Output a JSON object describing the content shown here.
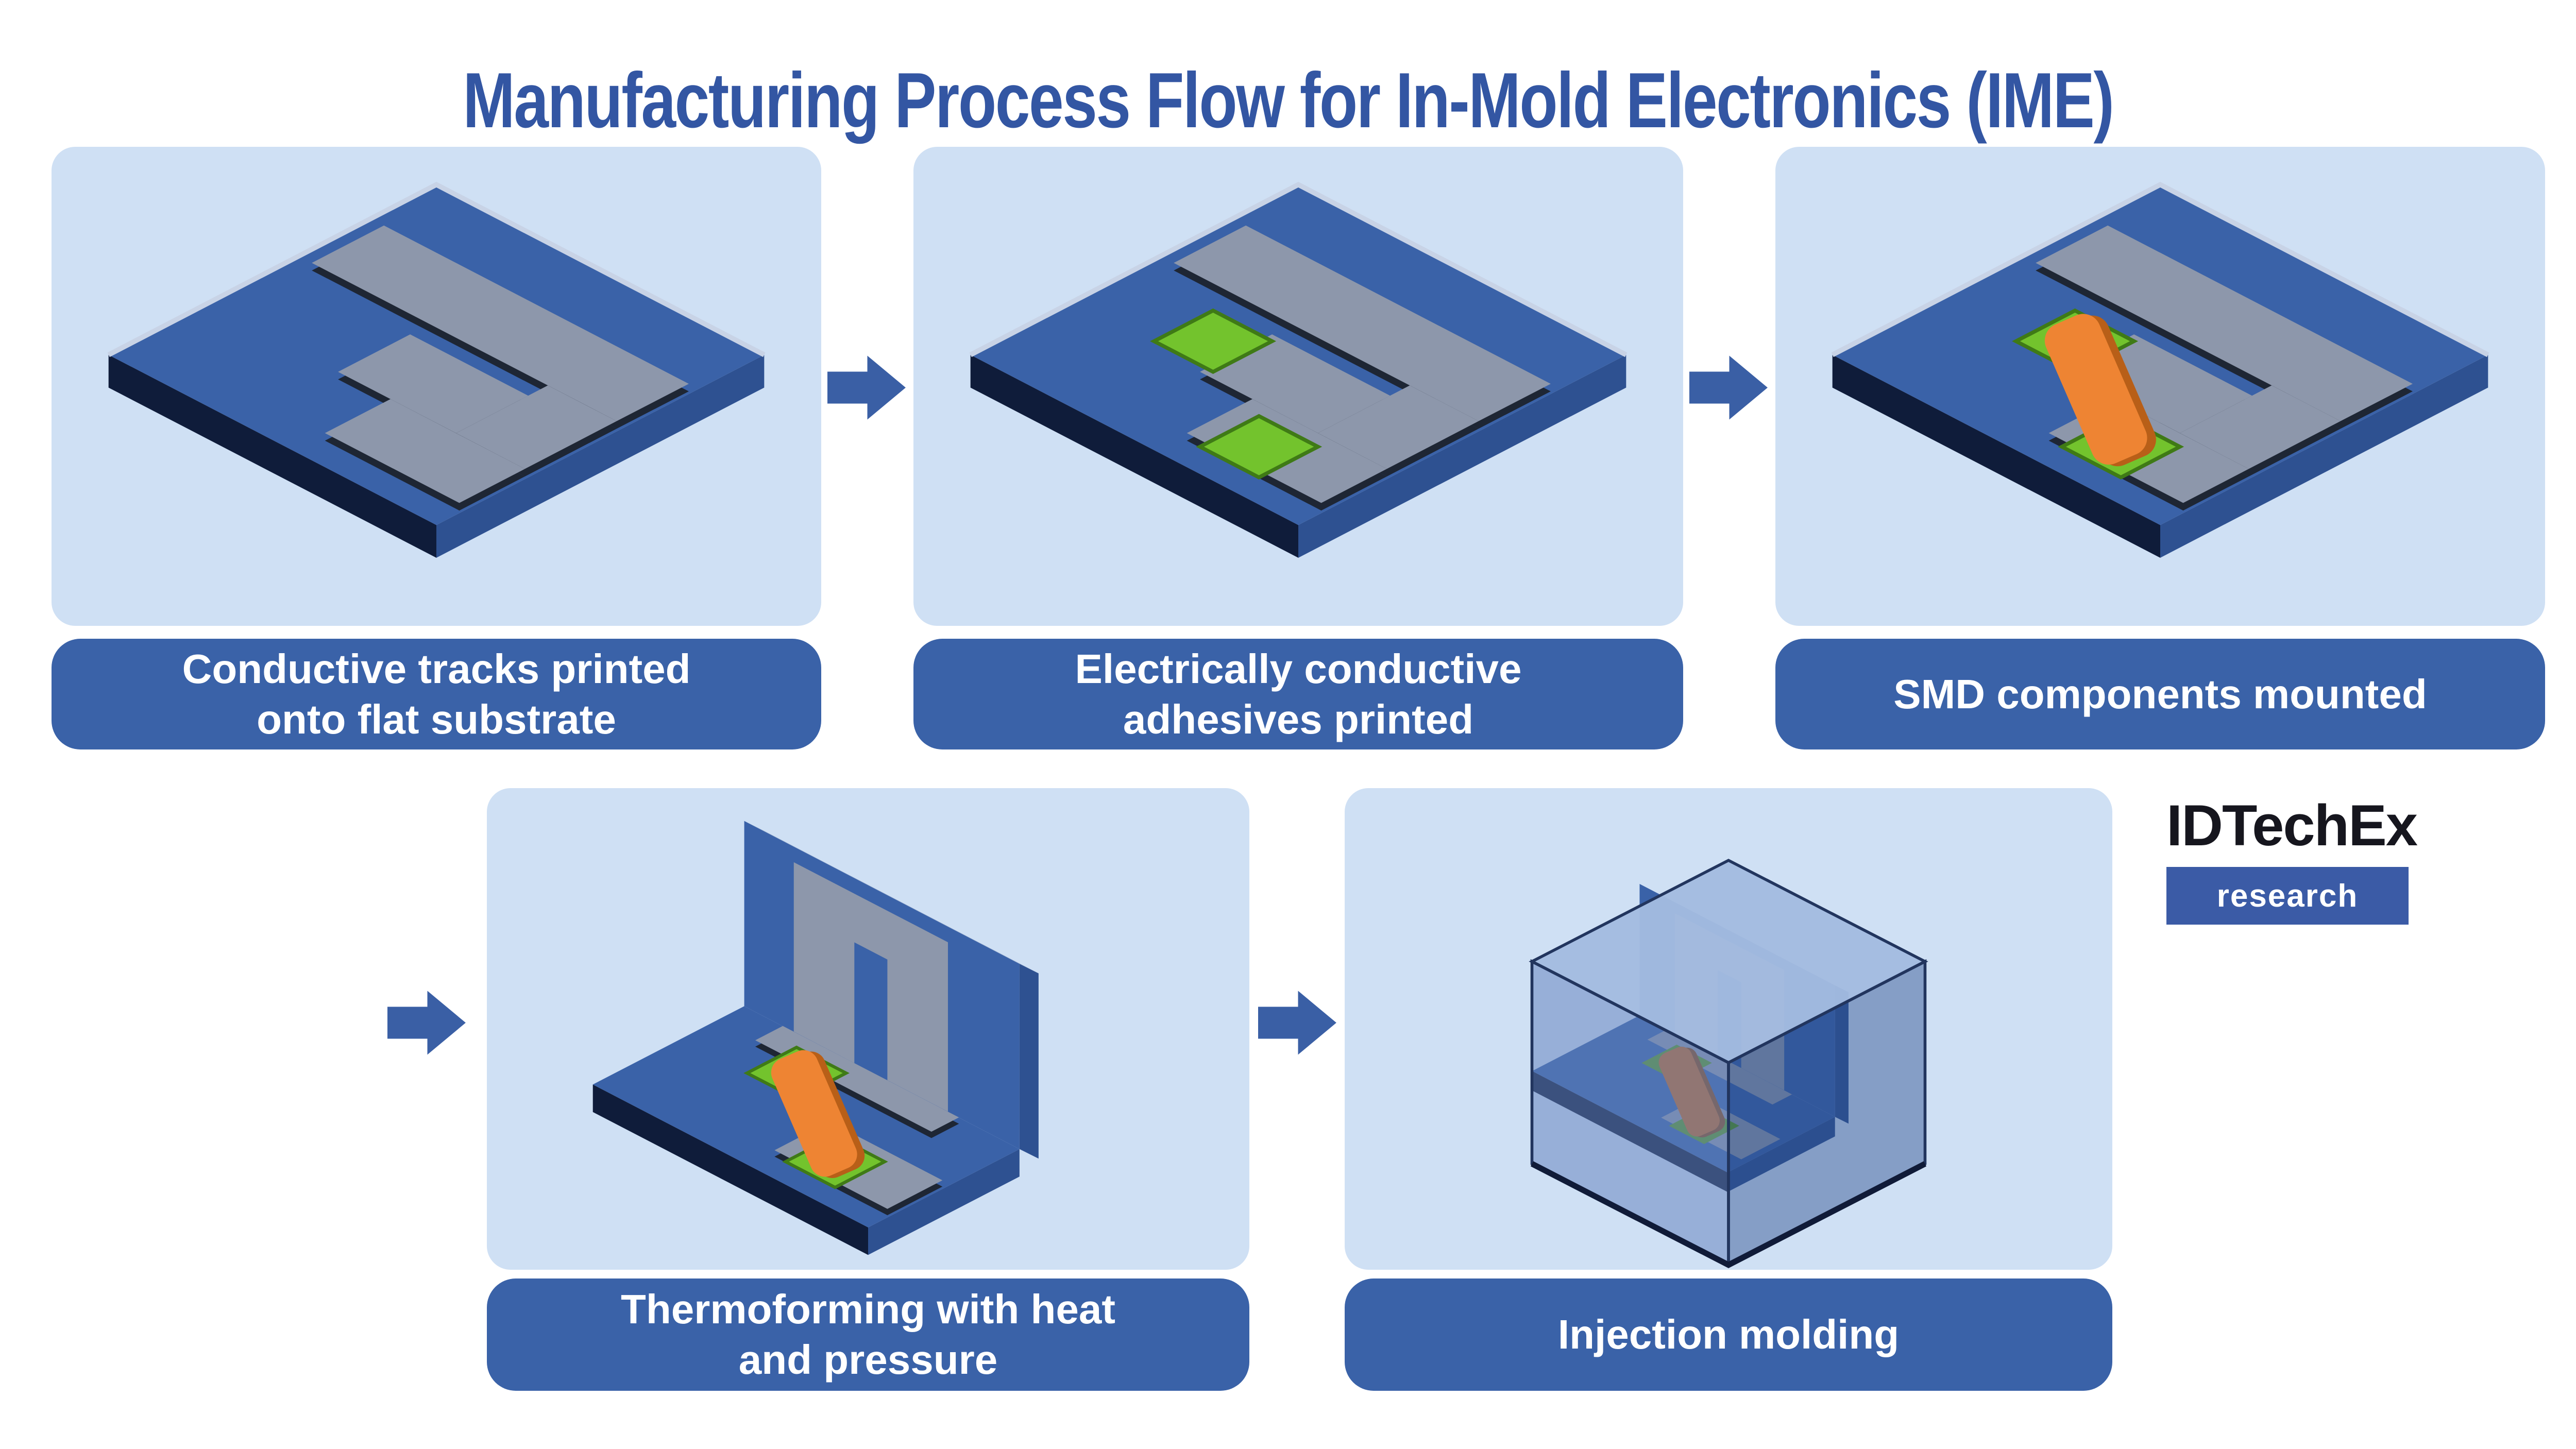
{
  "title": "Manufacturing Process Flow for In-Mold Electronics (IME)",
  "steps": [
    {
      "caption": "Conductive tracks printed\nonto flat substrate",
      "illustration": "flat-substrate-with-printed-tracks"
    },
    {
      "caption": "Electrically conductive\nadhesives printed",
      "illustration": "substrate-with-conductive-adhesive-pads"
    },
    {
      "caption": "SMD components mounted",
      "illustration": "substrate-with-mounted-smd-component"
    },
    {
      "caption": "Thermoforming with heat\nand pressure",
      "illustration": "thermoformed-substrate-with-component"
    },
    {
      "caption": "Injection molding",
      "illustration": "injection-molded-part-encapsulating-component"
    }
  ],
  "logo": {
    "name": "IDTechEx",
    "tagline": "research"
  },
  "colors": {
    "title_text": "#3356a3",
    "panel_background": "#cfe0f4",
    "caption_bar": "#3a62a8",
    "caption_text": "#ffffff",
    "substrate_top": "#3a62a8",
    "substrate_side_dark": "#0f1c3a",
    "substrate_side_light": "#2e5191",
    "track_gray": "#8d97ab",
    "track_edge_dark": "#20262f",
    "adhesive_green": "#73c32d",
    "component_orange": "#ee8433",
    "component_orange_dark": "#b85f18",
    "mold_box_top": "#a3bbe0",
    "arrow_blue": "#3a5fa5",
    "logo_box": "#3b5ba6"
  }
}
